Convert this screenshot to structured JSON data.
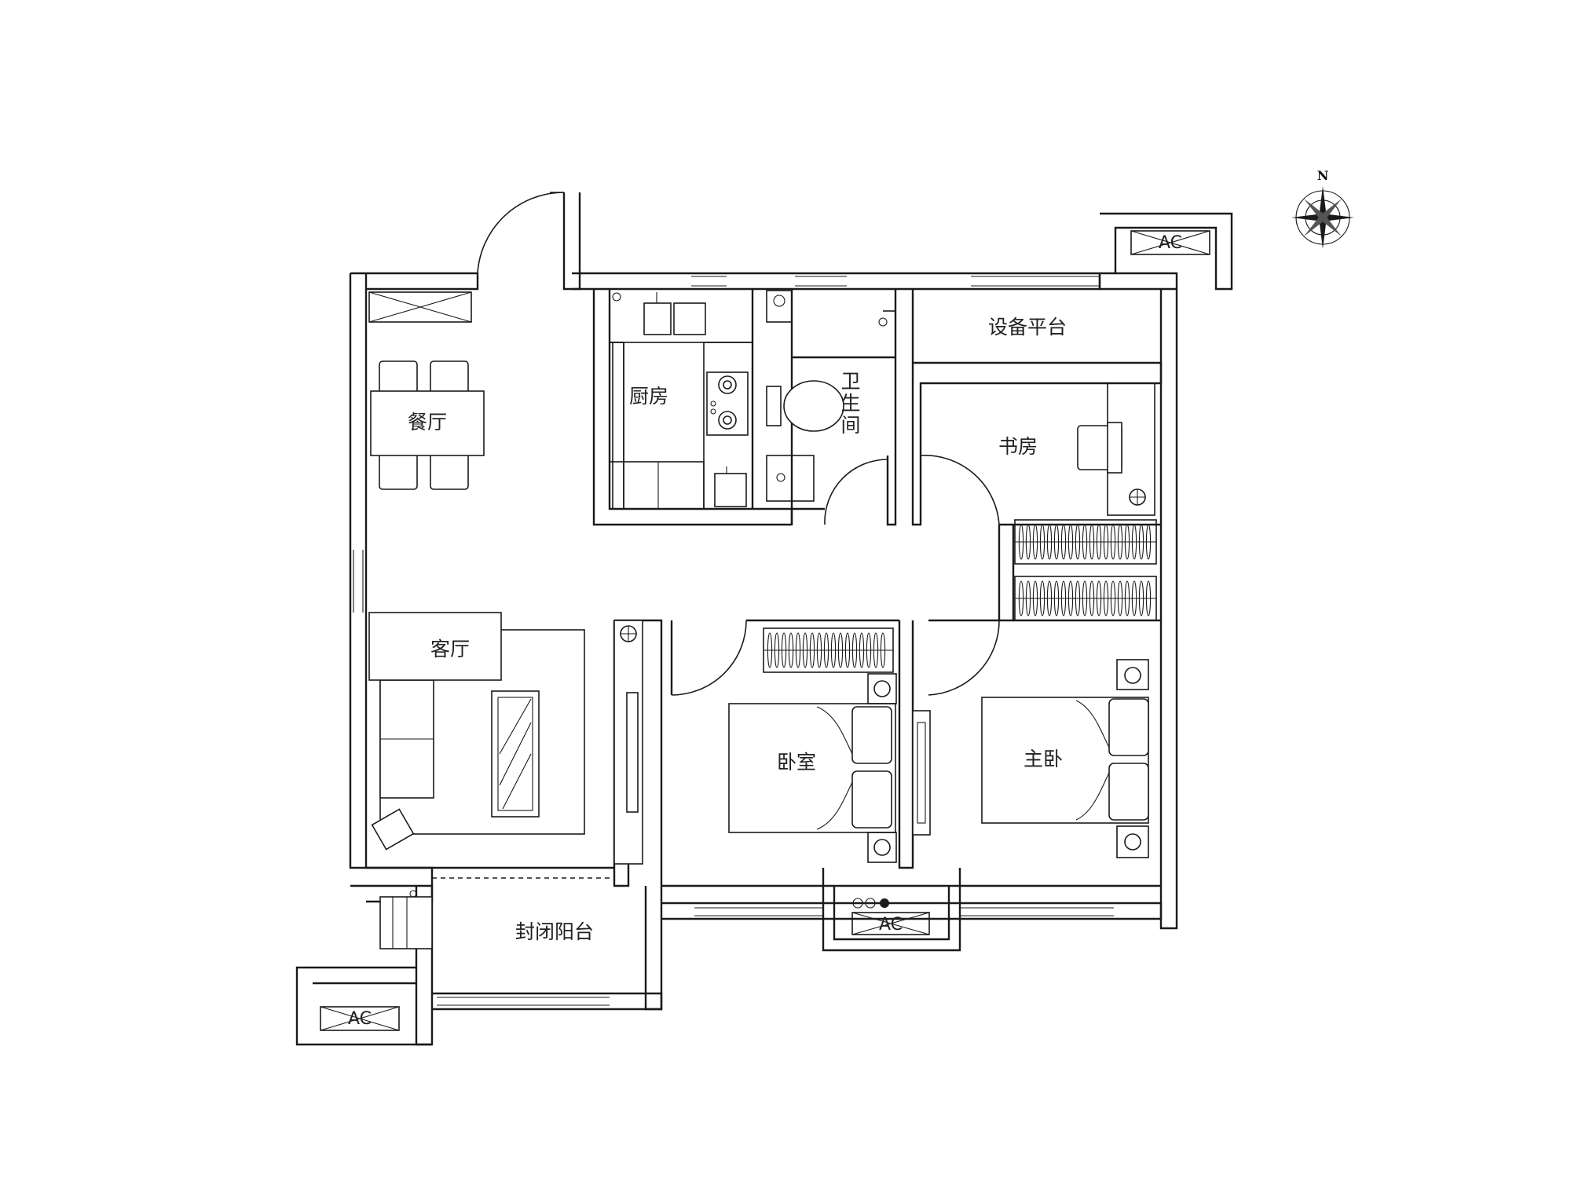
{
  "rooms": {
    "dining": "餐厅",
    "kitchen": "厨房",
    "bathroom": [
      "卫",
      "生",
      "间"
    ],
    "equipment": "设备平台",
    "study": "书房",
    "living": "客厅",
    "bedroom": "卧室",
    "master": "主卧",
    "balcony": "封闭阳台"
  },
  "ac_units": {
    "top_right": "AC",
    "bottom_middle": "AC",
    "bottom_left": "AC"
  },
  "compass": {
    "label": "N"
  },
  "colors": {
    "line": "#1a1a1a",
    "text": "#222222",
    "background": "#ffffff"
  }
}
